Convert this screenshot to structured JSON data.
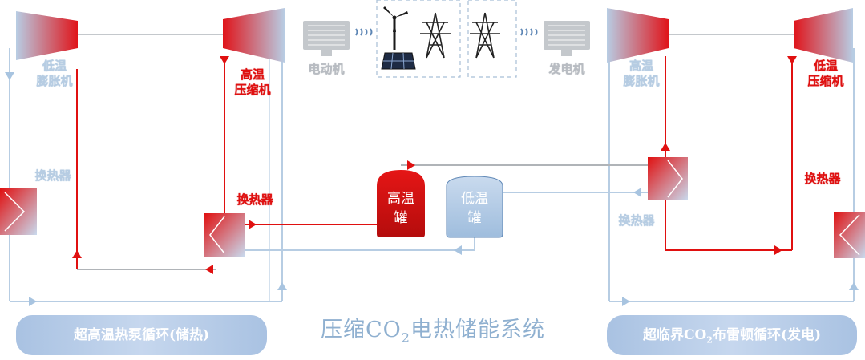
{
  "labels": {
    "left_expander": [
      "低温",
      "膨胀机"
    ],
    "left_compressor": [
      "高温",
      "压缩机"
    ],
    "motor": "电动机",
    "generator": "发电机",
    "right_expander": [
      "高温",
      "膨胀机"
    ],
    "right_compressor": [
      "低温",
      "压缩机"
    ],
    "left_hx_outer": "换热器",
    "left_hx_inner": "换热器",
    "right_hx_inner": "换热器",
    "right_hx_outer": "换热器"
  },
  "tanks": {
    "hot": [
      "高温",
      "罐"
    ],
    "cold": [
      "低温",
      "罐"
    ]
  },
  "banners": {
    "left": "超高温热泵循环(储热)",
    "right_prefix": "超临界CO",
    "right_sub": "2",
    "right_suffix": "布雷顿循环(发电)"
  },
  "title": {
    "prefix": "压缩CO",
    "sub": "2",
    "suffix": "电热储能系统"
  },
  "colors": {
    "hot": "#e01010",
    "cold": "#a8c4e0",
    "pipe_gray": "#c4c8cc",
    "banner": "#b3c9e6"
  },
  "icons": [
    "wind-turbine-icon",
    "solar-panel-icon",
    "power-tower-icon",
    "monitor-icon"
  ]
}
